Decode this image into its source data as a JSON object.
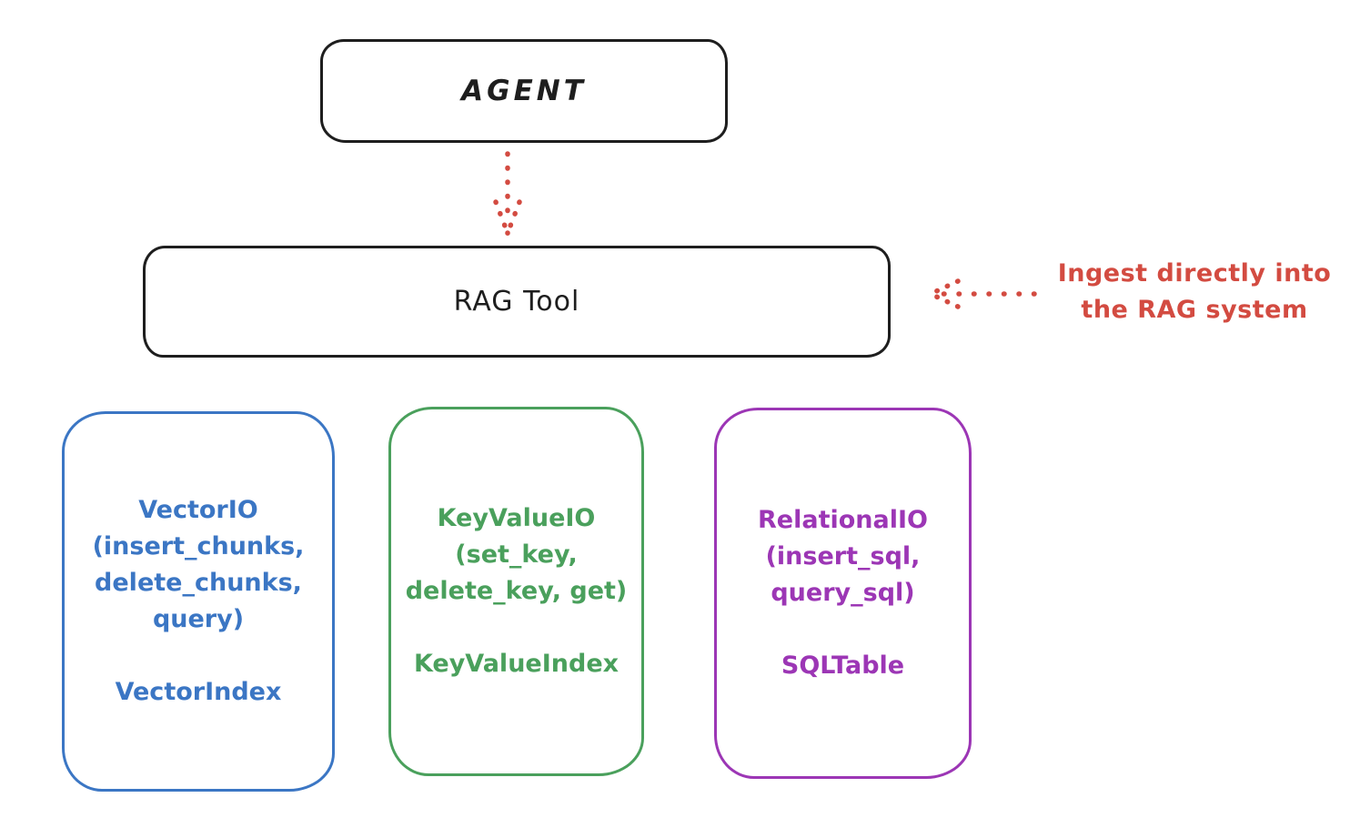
{
  "colors": {
    "ink": "#1e1e1e",
    "red": "#d34b41",
    "blue": "#3b76c4",
    "green": "#4aa05c",
    "purple": "#9c36b5",
    "background": "#ffffff"
  },
  "agent": {
    "label": "AGENT"
  },
  "rag_tool": {
    "label": "RAG Tool"
  },
  "annotation": {
    "line1": "Ingest directly into",
    "line2": "the RAG system",
    "color": "#d34b41"
  },
  "arrows": [
    {
      "name": "agent-to-rag-tool",
      "style": "dotted",
      "direction": "down",
      "color": "#d34b41"
    },
    {
      "name": "annotation-to-rag-tool",
      "style": "dotted",
      "direction": "left",
      "color": "#d34b41"
    }
  ],
  "nodes": [
    {
      "name": "vector-io",
      "color": "#3b76c4",
      "lines": [
        "VectorIO",
        "(insert_chunks,",
        "delete_chunks,",
        "query)"
      ],
      "footer": "VectorIndex"
    },
    {
      "name": "key-value-io",
      "color": "#4aa05c",
      "lines": [
        "KeyValueIO",
        "(set_key,",
        "delete_key, get)"
      ],
      "footer": "KeyValueIndex"
    },
    {
      "name": "relational-io",
      "color": "#9c36b5",
      "lines": [
        "RelationalIO",
        "(insert_sql,",
        "query_sql)"
      ],
      "footer": "SQLTable"
    }
  ]
}
